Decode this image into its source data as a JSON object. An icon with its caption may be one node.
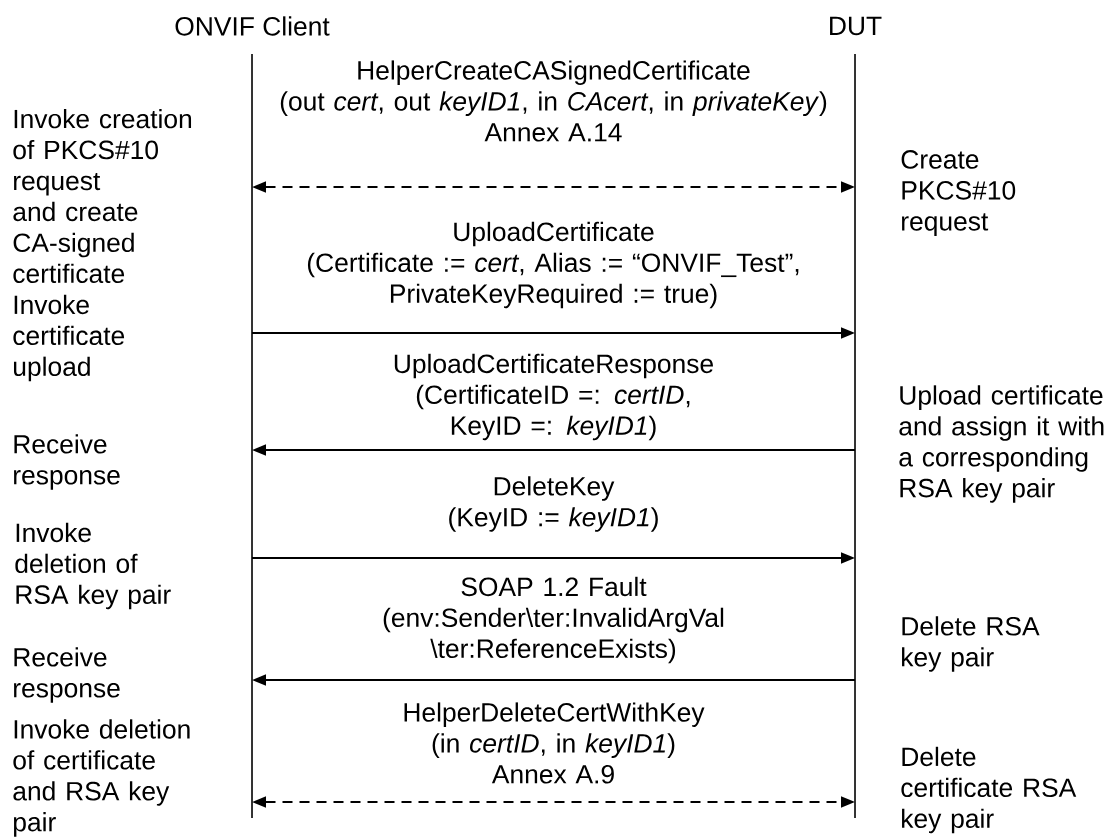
{
  "diagram": {
    "nodes": [
      {
        "text": [
          "ONVIF Client"
        ]
      },
      {
        "text": [
          "DUT"
        ]
      }
    ],
    "edges": [
      {
        "from": 0,
        "to": 1,
        "arrow": "both",
        "style": "dashed",
        "label": "HelperCreateCASignedCertificate (out *cert*, out *keyID1*, in *CAcert*, in *privateKey*) Annex A.14"
      },
      {
        "from": 0,
        "to": 1,
        "arrow": "to",
        "label": "UploadCertificate (Certificate := *cert*, Alias := “ONVIF_Test”, PrivateKeyRequired := true)"
      },
      {
        "from": 1,
        "to": 0,
        "arrow": "to",
        "label": "UploadCertificateResponse (CertificateID =: *certID*, KeyID =: *keyID1*)"
      },
      {
        "from": 0,
        "to": 1,
        "arrow": "to",
        "label": "DeleteKey (KeyID := *keyID1*)"
      },
      {
        "from": 1,
        "to": 0,
        "arrow": "to",
        "label": "SOAP 1.2 Fault (env:Sender\\ter:InvalidArgVal \\ter:ReferenceExists)"
      },
      {
        "from": 0,
        "to": 1,
        "arrow": "both",
        "style": "dashed",
        "label": "HelperDeleteCertWithKey (in *certID*, in *keyID1*) Annex A.9"
      }
    ],
    "labels": [
      "Invoke creation of PKCS#10 request and create CA-signed certificate",
      "Create PKCS#10 request",
      "Invoke certificate upload",
      "Upload certificate and assign it with a corresponding RSA key pair",
      "Receive response",
      "Invoke deletion of RSA key pair",
      "Delete RSA key pair",
      "Receive response",
      "Invoke deletion of certificate and RSA key pair",
      "Delete certificate RSA key pair"
    ]
  }
}
